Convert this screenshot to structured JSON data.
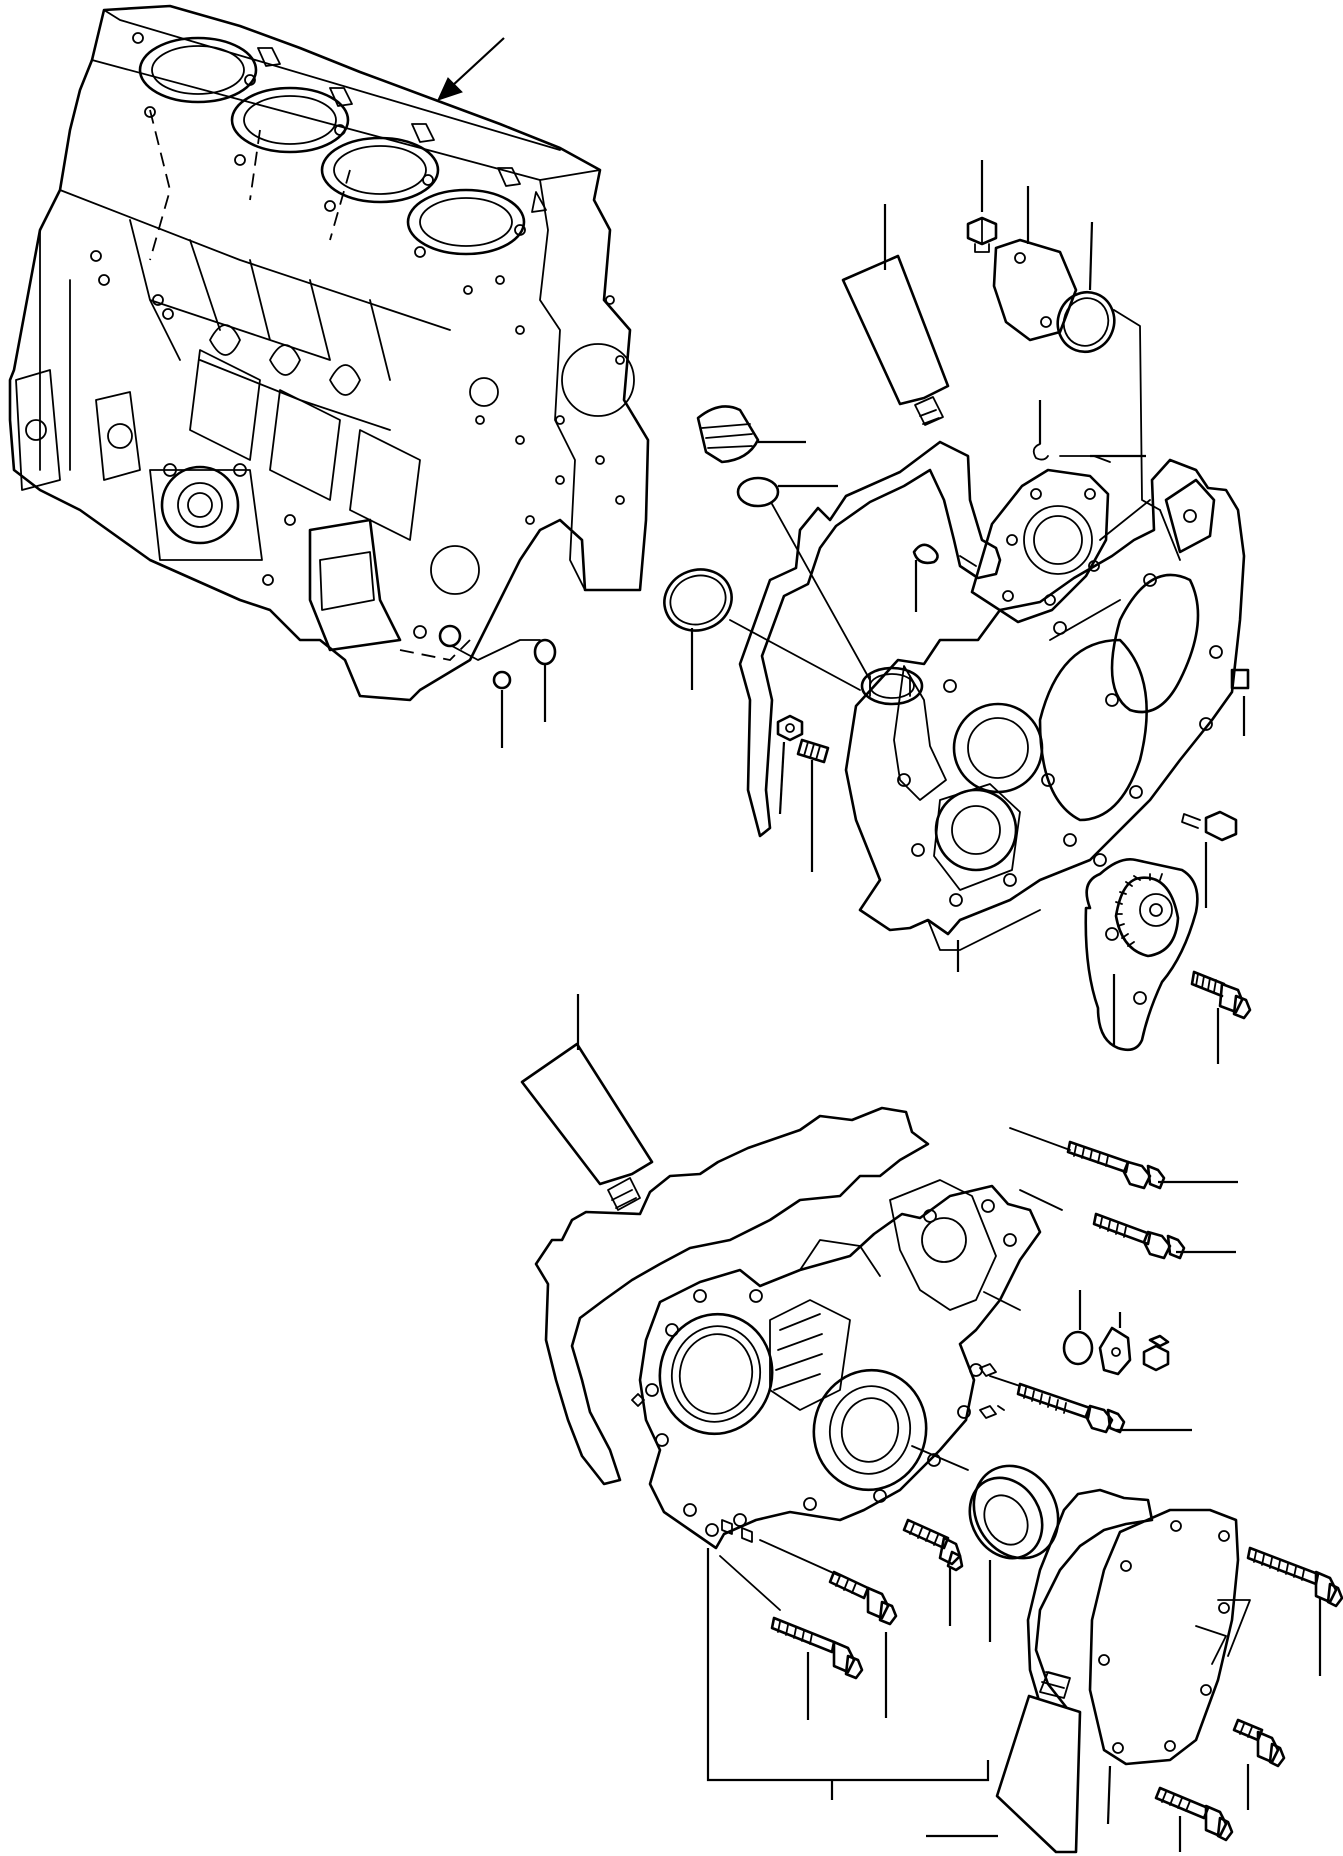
{
  "figure": {
    "kind": "exploded parts diagram",
    "line_color": "#000000",
    "background": "#ffffff"
  },
  "callouts": [
    "leader-block-arrow",
    "leader-oring-a",
    "leader-oring-b",
    "leader-bolt-top",
    "leader-sealant-top",
    "leader-plate",
    "leader-oring-plate",
    "leader-filler-cap",
    "leader-filler-oring",
    "leader-oring-large",
    "leader-clip",
    "leader-plug-small",
    "leader-nut",
    "leader-stud",
    "leader-gearcase",
    "leader-bolt-right",
    "leader-pin",
    "leader-oil-pump",
    "leader-pump-bolt",
    "leader-sealant-mid",
    "leader-cover-bolt-1",
    "leader-cover-bolt-2",
    "leader-oring-cover",
    "leader-cover-plate",
    "leader-cover-bolt-3",
    "leader-seal",
    "leader-bolt-low-1",
    "leader-bolt-low-2",
    "leader-bolt-low-3",
    "leader-rear-plate",
    "leader-rear-bolt-1",
    "leader-rear-bolt-2",
    "leader-rear-bolt-3",
    "leader-bracket-group",
    "leader-sealant-bottom"
  ]
}
